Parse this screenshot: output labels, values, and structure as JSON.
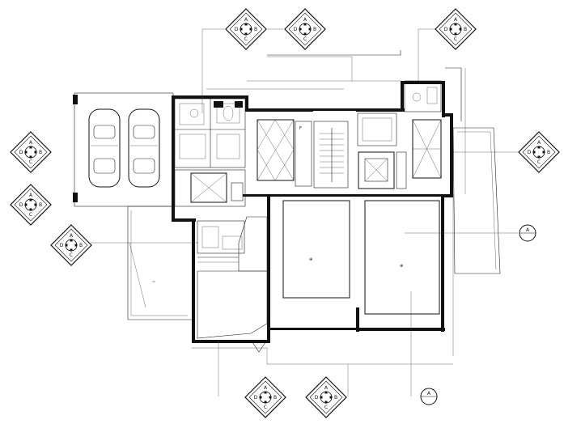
{
  "markers": [
    {
      "id": "m-top-1",
      "letters": [
        "A",
        "B",
        "C",
        "D"
      ]
    },
    {
      "id": "m-top-2",
      "letters": [
        "A",
        "B",
        "C",
        "D"
      ]
    },
    {
      "id": "m-top-3",
      "letters": [
        "A",
        "B",
        "C",
        "D"
      ]
    },
    {
      "id": "m-left-1",
      "letters": [
        "A",
        "B",
        "C",
        "D"
      ]
    },
    {
      "id": "m-left-2",
      "letters": [
        "A",
        "B",
        "C",
        "D"
      ]
    },
    {
      "id": "m-left-3",
      "letters": [
        "A",
        "B",
        "C",
        "D"
      ]
    },
    {
      "id": "m-right-1",
      "letters": [
        "A",
        "B",
        "C",
        "D"
      ]
    },
    {
      "id": "m-bottom-1",
      "letters": [
        "A",
        "B",
        "C",
        "D"
      ]
    },
    {
      "id": "m-bottom-2",
      "letters": [
        "A",
        "B",
        "C",
        "D"
      ]
    }
  ],
  "small_markers": [
    {
      "id": "s-right",
      "letter": "A"
    },
    {
      "id": "s-bottom",
      "letter": "A"
    }
  ]
}
